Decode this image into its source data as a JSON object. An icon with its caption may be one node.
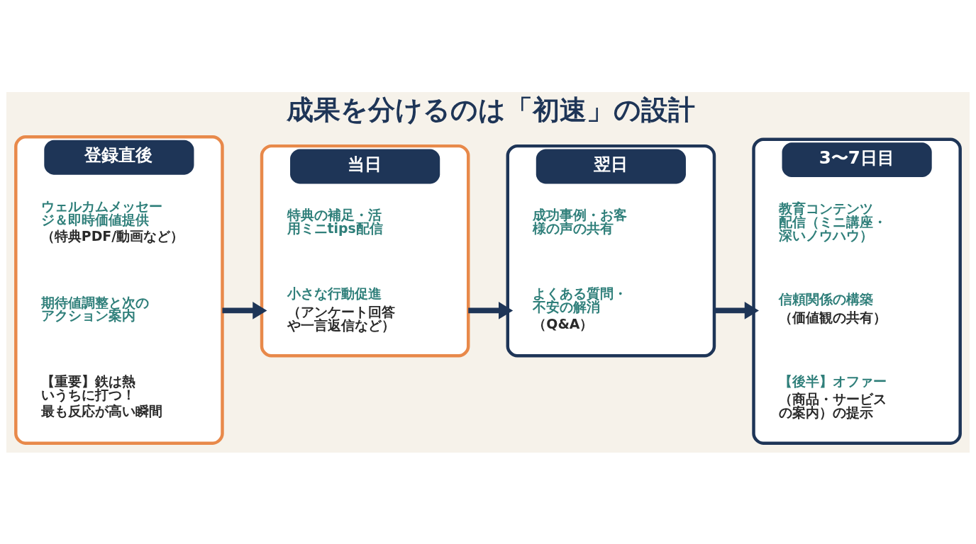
{
  "diagram": {
    "title": "成果を分けるのは「初速」の設計",
    "nodes": [
      {
        "text": [
          "登録直後"
        ]
      },
      {
        "text": [
          "ウェルカムメッセージ＆即時価値提供",
          "（特典PDF/動画など）"
        ],
        "in": 0
      },
      {
        "text": [
          "期待値調整と次のアクション案内"
        ],
        "in": 0
      },
      {
        "text": [
          "【重要】鉄は熱いうちに打つ！",
          "最も反応が高い瞬間"
        ],
        "in": 0
      },
      {
        "text": [
          "当日"
        ]
      },
      {
        "text": [
          "特典の補足・活用ミニtips配信"
        ],
        "in": 4
      },
      {
        "text": [
          "小さな行動促進",
          "（アンケート回答や一言返信など）"
        ],
        "in": 4
      },
      {
        "text": [
          "翌日"
        ]
      },
      {
        "text": [
          "成功事例・お客様の声の共有"
        ],
        "in": 7
      },
      {
        "text": [
          "よくある質問・不安の解消",
          "（Q&A）"
        ],
        "in": 7
      },
      {
        "text": [
          "3〜7日目"
        ]
      },
      {
        "text": [
          "教育コンテンツ配信（ミニ講座・深いノウハウ）"
        ],
        "in": 10
      },
      {
        "text": [
          "信頼関係の構築",
          "（価値観の共有）"
        ],
        "in": 10
      },
      {
        "text": [
          "【後半】オファー",
          "（商品・サービスの案内）の提示"
        ],
        "in": 10
      }
    ],
    "edges": [
      {
        "from": 0,
        "to": 4,
        "arrow": "to"
      },
      {
        "from": 4,
        "to": 7,
        "arrow": "to"
      },
      {
        "from": 7,
        "to": 10,
        "arrow": "to"
      }
    ]
  }
}
